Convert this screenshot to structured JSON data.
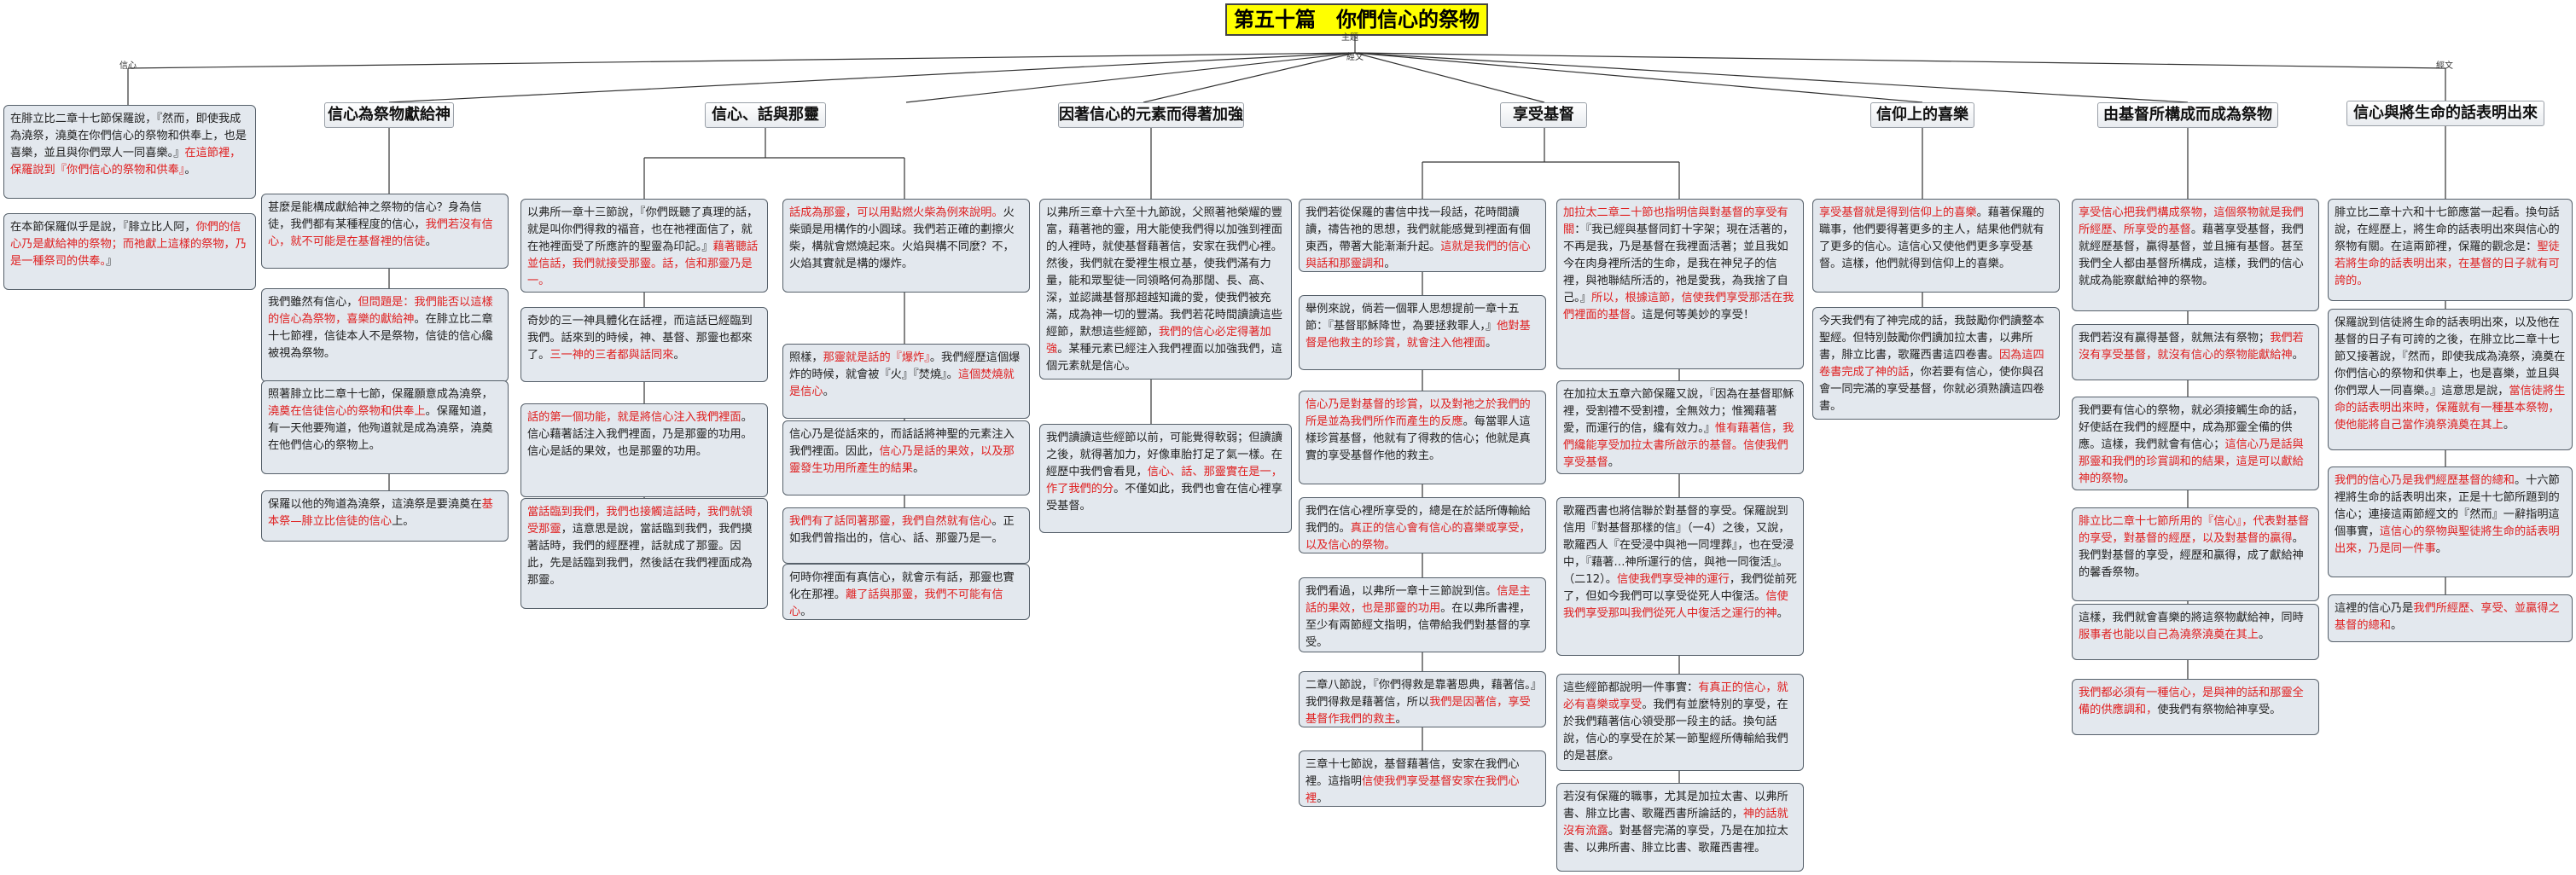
{
  "root": {
    "title": "第五十篇　你們信心的祭物"
  },
  "connector_labels": [
    "主題",
    "經文",
    "信心",
    "經文"
  ],
  "branches": [
    {
      "id": "b0",
      "heading": "",
      "nodes": [
        {
          "segments": [
            {
              "t": "在腓立比二章十七節保羅說，『然而，即使我成為澆祭，澆奠在你們信心的祭物和供奉上，也是喜樂，並且與你們眾人一同喜樂。』"
            },
            {
              "t": "在這節裡，保羅說到『你們信心的祭物和供奉』",
              "r": true
            },
            {
              "t": "。"
            }
          ]
        },
        {
          "segments": [
            {
              "t": "在本節保羅似乎是說，『腓立比人阿，"
            },
            {
              "t": "你們的信心乃是獻給神的祭物；而祂獻上這樣的祭物，乃是一種祭司的供奉。",
              "r": true
            },
            {
              "t": "』"
            }
          ]
        }
      ]
    },
    {
      "id": "b1",
      "heading": "信心為祭物獻給神",
      "nodes": [
        {
          "segments": [
            {
              "t": "甚麼是能構成獻給神之祭物的信心？身為信徒，我們都有某種程度的信心，"
            },
            {
              "t": "我們若沒有信心，就不可能是在基督裡的信徒",
              "r": true
            },
            {
              "t": "。"
            }
          ]
        },
        {
          "segments": [
            {
              "t": "我們雖然有信心，"
            },
            {
              "t": "但問題是：我們能否以這樣的信心為祭物，喜樂的獻給神",
              "r": true
            },
            {
              "t": "。在腓立比二章十七節裡，信徒本人不是祭物，信徒的信心纔被視為祭物。"
            }
          ]
        },
        {
          "segments": [
            {
              "t": "照著腓立比二章十七節，保羅願意成為澆祭，"
            },
            {
              "t": "澆奠在信徒信心的祭物和供奉上",
              "r": true
            },
            {
              "t": "。保羅知道，有一天他要殉道，他殉道就是成為澆祭，澆奠在他們信心的祭物上。"
            }
          ]
        },
        {
          "segments": [
            {
              "t": "保羅以他的殉道為澆祭，這澆祭是要澆奠在"
            },
            {
              "t": "基本祭—腓立比信徒的信心",
              "r": true
            },
            {
              "t": "上。"
            }
          ]
        }
      ]
    },
    {
      "id": "b2a",
      "heading": "信心、話與那靈",
      "nodes": [
        {
          "segments": [
            {
              "t": "以弗所一章十三節說，『你們既聽了真理的話，就是叫你們得救的福音，也在祂裡面信了，就在祂裡面受了所應許的聖靈為印記。』"
            },
            {
              "t": "藉著聽話並信話，我們就接受那靈。話，信和那靈乃是一。",
              "r": true
            }
          ]
        },
        {
          "segments": [
            {
              "t": "奇妙的三一神具體化在話裡，而這話已經臨到我們。話來到的時候，神、基督、那靈也都來了。"
            },
            {
              "t": "三一神的三者都與話同來",
              "r": true
            },
            {
              "t": "。"
            }
          ]
        },
        {
          "segments": [
            {
              "t": "話的第一個功能，就是將信心注入我們裡面",
              "r": true
            },
            {
              "t": "。信心藉著話注入我們裡面，乃是那靈的功用。信心是話的果效，也是那靈的功用。"
            }
          ]
        },
        {
          "segments": [
            {
              "t": "當話臨到我們，我們也接觸這話時，我們就領受那靈",
              "r": true
            },
            {
              "t": "，這意思是說，當話臨到我們，我們摸著話時，我們的經歷裡，話就成了那靈。因此，先是話臨到我們，然後話在我們裡面成為那靈。"
            }
          ]
        }
      ]
    },
    {
      "id": "b2b",
      "heading": "",
      "nodes": [
        {
          "segments": [
            {
              "t": "話成為那靈，可以用點燃火柴為例來說明。",
              "r": true
            },
            {
              "t": "火柴頭是用構作的小圓球。我們若正確的劃擦火柴，構就會燃燒起來。火焰與構不同麼？不，火焰其實就是構的爆炸。"
            }
          ]
        },
        {
          "segments": [
            {
              "t": "照樣，"
            },
            {
              "t": "那靈就是話的『爆炸』",
              "r": true
            },
            {
              "t": "。我們經歷這個爆炸的時候，就會被『火』『焚燒』。"
            },
            {
              "t": "這個焚燒就是信心",
              "r": true
            },
            {
              "t": "。"
            }
          ]
        },
        {
          "segments": [
            {
              "t": "信心乃是從話來的，而話話將神聖的元素注入我們裡面。因此，"
            },
            {
              "t": "信心乃是話的果效，以及那靈發生功用所產生的結果",
              "r": true
            },
            {
              "t": "。"
            }
          ]
        },
        {
          "segments": [
            {
              "t": "我們有了話同著那靈，我們自然就有信心",
              "r": true
            },
            {
              "t": "。正如我們曾指出的，信心、話、那靈乃是一。"
            }
          ]
        },
        {
          "segments": [
            {
              "t": "何時你裡面有真信心，就會示有話，那靈也實化在那裡。"
            },
            {
              "t": "離了話與那靈，我們不可能有信心",
              "r": true
            },
            {
              "t": "。"
            }
          ]
        }
      ]
    },
    {
      "id": "b3",
      "heading": "因著信心的元素而得著加強",
      "nodes": [
        {
          "segments": [
            {
              "t": "以弗所三章十六至十九節說，父照著祂榮耀的豐富，藉著祂的靈，用大能使我們得以加強到裡面的人裡時，就使基督藉著信，安家在我們心裡。然後，我們就在愛裡生根立基，使我們滿有力量，能和眾聖徒一同領略何為那闊、長、高、深，並認識基督那超越知識的愛，使我們被充滿，成為神一切的豐滿。我們若花時間讀讀這些經節，默想這些經節，"
            },
            {
              "t": "我們的信心必定得著加強",
              "r": true
            },
            {
              "t": "。某種元素已經注入我們裡面以加強我們，這個元素就是信心。"
            }
          ]
        },
        {
          "segments": [
            {
              "t": "我們讀讀這些經節以前，可能覺得軟弱；但讀讀之後，就得著加力，好像車胎打足了氣一樣。在經歷中我們會看見，"
            },
            {
              "t": "信心、話、那靈實在是一，作了我們的分",
              "r": true
            },
            {
              "t": "。不僅如此，我們也會在信心裡享受基督。"
            }
          ]
        }
      ]
    },
    {
      "id": "b4a",
      "heading": "享受基督",
      "nodes": [
        {
          "segments": [
            {
              "t": "我們若從保羅的書信中找一段話，花時間讀讀，禱告祂的思想，我們就能感覺到裡面有個東西，帶著大能漸漸升起。"
            },
            {
              "t": "這就是我們的信心與話和那靈調和",
              "r": true
            },
            {
              "t": "。"
            }
          ]
        },
        {
          "segments": [
            {
              "t": "舉例來說，倘若一個罪人思想提前一章十五節：『基督耶穌降世，為要拯救罪人，』"
            },
            {
              "t": "他對基督是他救主的珍賞，就會注入他裡面",
              "r": true
            },
            {
              "t": "。"
            }
          ]
        },
        {
          "segments": [
            {
              "t": "信心乃是對基督的珍賞，以及對祂之於我們的所是並為我們所作而產生的反應",
              "r": true
            },
            {
              "t": "。每當罪人這樣珍賞基督，他就有了得救的信心；他就是真實的享受基督作他的救主。"
            }
          ]
        },
        {
          "segments": [
            {
              "t": "我們在信心裡所享受的，總是在於話所傳輸給我們的。"
            },
            {
              "t": "真正的信心會有信心的喜樂或享受，以及信心的祭物。",
              "r": true
            }
          ]
        },
        {
          "segments": [
            {
              "t": "我們看過，以弗所一章十三節說到信。"
            },
            {
              "t": "信是主話的果效，也是那靈的功用",
              "r": true
            },
            {
              "t": "。在以弗所書裡，至少有兩節經文指明，信帶給我們對基督的享受。"
            }
          ]
        },
        {
          "segments": [
            {
              "t": "二章八節說，『你們得救是靠著恩典，藉著信。』我們得救是藉著信，所以"
            },
            {
              "t": "我們是因著信，享受基督作我們的救主",
              "r": true
            },
            {
              "t": "。"
            }
          ]
        },
        {
          "segments": [
            {
              "t": "三章十七節說，基督藉著信，安家在我們心裡。這指明"
            },
            {
              "t": "信使我們享受基督安家在我們心裡",
              "r": true
            },
            {
              "t": "。"
            }
          ]
        }
      ]
    },
    {
      "id": "b4b",
      "heading": "",
      "nodes": [
        {
          "segments": [
            {
              "t": "加拉太二章二十節也指明信與對基督的享受有關",
              "r": true
            },
            {
              "t": "：『我已經與基督同釘十字架；現在活著的，不再是我，乃是基督在我裡面活著；並且我如今在肉身裡所活的生命，是我在神兒子的信裡，與祂聯結所活的，祂是愛我，為我捨了自己。』"
            },
            {
              "t": "所以，根據這節，信使我們享受那活在我們裡面的基督",
              "r": true
            },
            {
              "t": "。這是何等美妙的享受！"
            }
          ]
        },
        {
          "segments": [
            {
              "t": "在加拉太五章六節保羅又說，『因為在基督耶穌裡，受割禮不受割禮，全無效力；惟獨藉著愛，而運行的信，纔有效力。』"
            },
            {
              "t": "惟有藉著信，我們纔能享受加拉太書所啟示的基督。信使我們享受基督",
              "r": true
            },
            {
              "t": "。"
            }
          ]
        },
        {
          "segments": [
            {
              "t": "歌羅西書也將信聯於對基督的享受。保羅說到信用『對基督那樣的信』（一4）之後，又說，歌羅西人『在受浸中與祂一同埋葬』，也在受浸中，『藉著…神所運行的信，與祂一同復活』。（二12）。"
            },
            {
              "t": "信使我們享受神的運行",
              "r": true
            },
            {
              "t": "，我們從前死了，但如今我們可以享受從死人中復活。"
            },
            {
              "t": "信使我們享受那叫我們從死人中復活之運行的神",
              "r": true
            },
            {
              "t": "。"
            }
          ]
        },
        {
          "segments": [
            {
              "t": "這些經節都說明一件事實："
            },
            {
              "t": "有真正的信心，就必有喜樂或享受",
              "r": true
            },
            {
              "t": "。我們有並麼特別的享受，在於我們藉著信心領受那一段主的話。換句話說，信心的享受在於某一節聖經所傳輸給我們的是甚麼。"
            }
          ]
        },
        {
          "segments": [
            {
              "t": "若沒有保羅的職事，尤其是加拉太書、以弗所書、腓立比書、歌羅西書所論話的，"
            },
            {
              "t": "神的話就沒有流露",
              "r": true
            },
            {
              "t": "。對基督完滿的享受，乃是在加拉太書、以弗所書、腓立比書、歌羅西書裡。"
            }
          ]
        }
      ]
    },
    {
      "id": "b5",
      "heading": "信仰上的喜樂",
      "nodes": [
        {
          "segments": [
            {
              "t": "享受基督就是得到信仰上的喜樂",
              "r": true
            },
            {
              "t": "。藉著保羅的職事，他們要得著更多的主人，結果他們就有了更多的信心。這信心又使他們更多享受基督。這樣，他們就得到信仰上的喜樂。"
            }
          ]
        },
        {
          "segments": [
            {
              "t": "今天我們有了神完成的話，我鼓勵你們讀整本聖經。但特別鼓勵你們讀加拉太書，以弗所書，腓立比書，歌羅西書這四卷書。"
            },
            {
              "t": "因為這四卷書完成了神的話",
              "r": true
            },
            {
              "t": "，你若要有信心，使你與召會一同完滿的享受基督，你就必須熟讀這四卷書。"
            }
          ]
        }
      ]
    },
    {
      "id": "b6",
      "heading": "由基督所構成而成為祭物",
      "nodes": [
        {
          "segments": [
            {
              "t": "享受信心把我們構成祭物，這個祭物就是我們所經歷、所享受的基督",
              "r": true
            },
            {
              "t": "。藉著享受基督，我們就經歷基督，贏得基督，並且擁有基督。甚至我們全人都由基督所構成，這樣，我們的信心就成為能察獻給神的祭物。"
            }
          ]
        },
        {
          "segments": [
            {
              "t": "我們若沒有贏得基督，就無法有祭物；"
            },
            {
              "t": "我們若沒有享受基督，就沒有信心的祭物能獻給神",
              "r": true
            },
            {
              "t": "。"
            }
          ]
        },
        {
          "segments": [
            {
              "t": "我們要有信心的祭物，就必須接觸生命的話，好使話在我們的經歷中，成為那靈全備的供應。這樣，我們就會有信心；"
            },
            {
              "t": "這信心乃是話與那靈和我們的珍賞調和的結果，這是可以獻給神的祭物",
              "r": true
            },
            {
              "t": "。"
            }
          ]
        },
        {
          "segments": [
            {
              "t": "腓立比二章十七節所用的『信心』，代表對基督的享受，對基督的經歷，以及對基督的贏得",
              "r": true
            },
            {
              "t": "。我們對基督的享受，經歷和贏得，成了獻給神的馨香祭物。"
            }
          ]
        },
        {
          "segments": [
            {
              "t": "這樣，我們就會喜樂的將這祭物獻給神，同時"
            },
            {
              "t": "服事者也能以自己為澆祭澆奠在其上",
              "r": true
            },
            {
              "t": "。"
            }
          ]
        },
        {
          "segments": [
            {
              "t": "我們都必須有一種信心，是與神的話和那靈全備的供應調和，",
              "r": true
            },
            {
              "t": "使我們有祭物給神享受。"
            }
          ]
        }
      ]
    },
    {
      "id": "b7",
      "heading": "信心與將生命的話表明出來",
      "nodes": [
        {
          "segments": [
            {
              "t": "腓立比二章十六和十七節應當一起看。換句話說，在經歷上，將生命的話表明出來與信心的祭物有關。在這兩節裡，保羅的觀念是："
            },
            {
              "t": "聖徒若將生命的話表明出來，在基督的日子就有可誇的。",
              "r": true
            }
          ]
        },
        {
          "segments": [
            {
              "t": "保羅說到信徒將生命的話表明出來，以及他在基督的日子有可誇的之後，在腓立比二章十七節又接著說，『然而，即使我成為澆祭，澆奠在你們信心的祭物和供奉上，也是喜樂，並且與你們眾人一同喜樂。』這意思是說，"
            },
            {
              "t": "當信徒將生命的話表明出來時，保羅就有一種基本祭物，使他能將自己當作澆祭澆奠在其上",
              "r": true
            },
            {
              "t": "。"
            }
          ]
        },
        {
          "segments": [
            {
              "t": "我們的信心乃是我們經歷基督的總和",
              "r": true
            },
            {
              "t": "。十六節裡將生命的話表明出來，正是十七節所題到的信心；連接這兩節經文的『然而』一辭指明這個事實，"
            },
            {
              "t": "這信心的祭物與聖徒將生命的話表明出來，乃是同一件事",
              "r": true
            },
            {
              "t": "。"
            }
          ]
        },
        {
          "segments": [
            {
              "t": "這裡的信心乃是"
            },
            {
              "t": "我們所經歷、享受、並贏得之基督的總和",
              "r": true
            },
            {
              "t": "。"
            }
          ]
        }
      ]
    }
  ]
}
